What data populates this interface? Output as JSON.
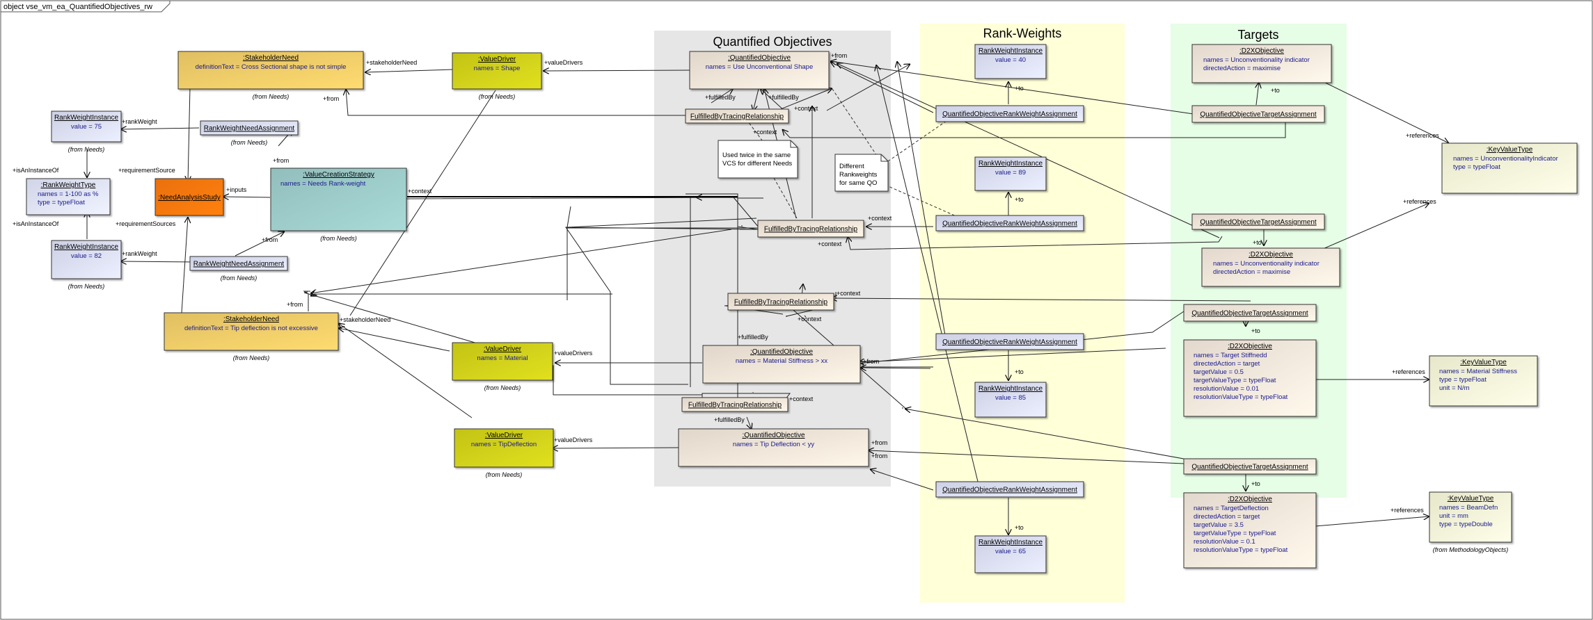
{
  "frame": {
    "label": "object vse_vm_ea_QuantifiedObjectives_rw"
  },
  "regions": {
    "qo": "Quantified Objectives",
    "rw": "Rank-Weights",
    "tg": "Targets"
  },
  "colors": {
    "region_qo": "#e6e6e6",
    "region_rw": "#ffffd8",
    "region_tg": "#e6fde6",
    "stakeholder": "#f4d06a",
    "value_driver": "#d4d41a",
    "analysis": "#ff7a10",
    "strategy": "#9fcfcc",
    "rank_instance": "#dfe2f8",
    "rank_type": "#e3e6fb",
    "qobjective": "#f4e9dc",
    "d2x": "#f7ebdf",
    "keyvalue": "#fbfbdd"
  },
  "nodes": {
    "sn1": {
      "title": ":StakeholderNeed",
      "attrs": [
        "definitionText = Cross Sectional shape is not simple"
      ],
      "from": "(from Needs)"
    },
    "vd1": {
      "title": ":ValueDriver",
      "attrs": [
        "names = Shape"
      ],
      "from": "(from Needs)"
    },
    "qo1": {
      "title": ":QuantifiedObjective",
      "attrs": [
        "names = Use Unconventional Shape"
      ]
    },
    "rwi75": {
      "title": "RankWeightInstance",
      "attrs": [
        "value = 75"
      ],
      "from": "(from Needs)"
    },
    "rwna1": {
      "title": "RankWeightNeedAssignment",
      "from": "(from Needs)"
    },
    "rwt": {
      "title": ":RankWeightType",
      "attrs": [
        "names = 1-100 as %",
        "type = typeFloat"
      ]
    },
    "nas": {
      "title": ":NeedAnalysisStudy"
    },
    "vcs": {
      "title": ":ValueCreationStrategy",
      "attrs": [
        "names = Needs Rank-weight"
      ],
      "from": "(from Needs)"
    },
    "rwi82": {
      "title": "RankWeightInstance",
      "attrs": [
        "value = 82"
      ],
      "from": "(from Needs)"
    },
    "rwna2": {
      "title": "RankWeightNeedAssignment",
      "from": "(from Needs)"
    },
    "sn2": {
      "title": ":StakeholderNeed",
      "attrs": [
        "definitionText = Tip deflection is not excessive"
      ],
      "from": "(from Needs)"
    },
    "vd2": {
      "title": ":ValueDriver",
      "attrs": [
        "names = Material"
      ],
      "from": "(from Needs)"
    },
    "vd3": {
      "title": ":ValueDriver",
      "attrs": [
        "names = TipDeflection"
      ],
      "from": "(from Needs)"
    },
    "ftr1": {
      "title": "FulfilledByTracingRelationship"
    },
    "ftr2": {
      "title": "FulfilledByTracingRelationship"
    },
    "ftr3": {
      "title": "FulfilledByTracingRelationship"
    },
    "ftr4": {
      "title": "FulfilledByTracingRelationship"
    },
    "qo2": {
      "title": ":QuantifiedObjective",
      "attrs": [
        "names = Material Stiffness > xx"
      ]
    },
    "qo3": {
      "title": ":QuantifiedObjective",
      "attrs": [
        "names = Tip Deflection < yy"
      ]
    },
    "rwi40": {
      "title": "RankWeightInstance",
      "attrs": [
        "value = 40"
      ]
    },
    "qorwa1": {
      "title": "QuantifiedObjectiveRankWeightAssignment"
    },
    "rwi89": {
      "title": "RankWeightInstance",
      "attrs": [
        "value = 89"
      ]
    },
    "qorwa2": {
      "title": "QuantifiedObjectiveRankWeightAssignment"
    },
    "qorwa3": {
      "title": "QuantifiedObjectiveRankWeightAssignment"
    },
    "rwi85": {
      "title": "RankWeightInstance",
      "attrs": [
        "value = 85"
      ]
    },
    "qorwa4": {
      "title": "QuantifiedObjectiveRankWeightAssignment"
    },
    "rwi65": {
      "title": "RankWeightInstance",
      "attrs": [
        "value = 65"
      ]
    },
    "d2x1": {
      "title": ":D2XObjective",
      "attrs": [
        "names = Unconventionality indicator",
        "directedAction = maximise"
      ]
    },
    "qota1": {
      "title": "QuantifiedObjectiveTargetAssignment"
    },
    "qota2": {
      "title": "QuantifiedObjectiveTargetAssignment"
    },
    "d2x2": {
      "title": ":D2XObjective",
      "attrs": [
        "names = Unconventionality indicator",
        "directedAction = maximise"
      ]
    },
    "qota3": {
      "title": "QuantifiedObjectiveTargetAssignment"
    },
    "d2x3": {
      "title": ":D2XObjective",
      "attrs": [
        "names = Target Stiffnedd",
        "directedAction = target",
        "targetValue = 0.5",
        "targetValueType = typeFloat",
        "resolutionValue = 0.01",
        "resolutionValueType = typeFloat"
      ]
    },
    "qota4": {
      "title": "QuantifiedObjectiveTargetAssignment"
    },
    "d2x4": {
      "title": ":D2XObjective",
      "attrs": [
        "names = TargetDeflection",
        "directedAction = target",
        "targetValue = 3.5",
        "targetValueType = typeFloat",
        "resolutionValue = 0.1",
        "resolutionValueType = typeFloat"
      ]
    },
    "kv1": {
      "title": ":KeyValueType",
      "attrs": [
        "names = UnconventionalityIndicator",
        "type = typeFloat"
      ]
    },
    "kv2": {
      "title": ":KeyValueType",
      "attrs": [
        "names = Material Stiffness",
        "type = typeFloat",
        "unit = N/m"
      ]
    },
    "kv3": {
      "title": ":KeyValueType",
      "attrs": [
        "names = BeamDefn",
        "unit = mm",
        "type = typeDouble"
      ],
      "from": "(from MethodologyObjects)"
    }
  },
  "notes": {
    "n1": [
      "Used twice in the same",
      "VCS for different Needs"
    ],
    "n2": [
      "Different",
      "Rankweights",
      "for same QO"
    ]
  },
  "edge_labels": {
    "stakeholderNeed": "+stakeholderNeed",
    "valueDrivers": "+valueDrivers",
    "from": "+from",
    "to": "+to",
    "context": "+context",
    "fulfilledBy": "+fulfilledBy",
    "rankWeight": "+rankWeight",
    "isAnInstanceOf": "+isAnInstanceOf",
    "requirementSource": "+requirementSource",
    "requirementSources": "+requirementSources",
    "inputs": "+inputs",
    "references": "+references"
  }
}
